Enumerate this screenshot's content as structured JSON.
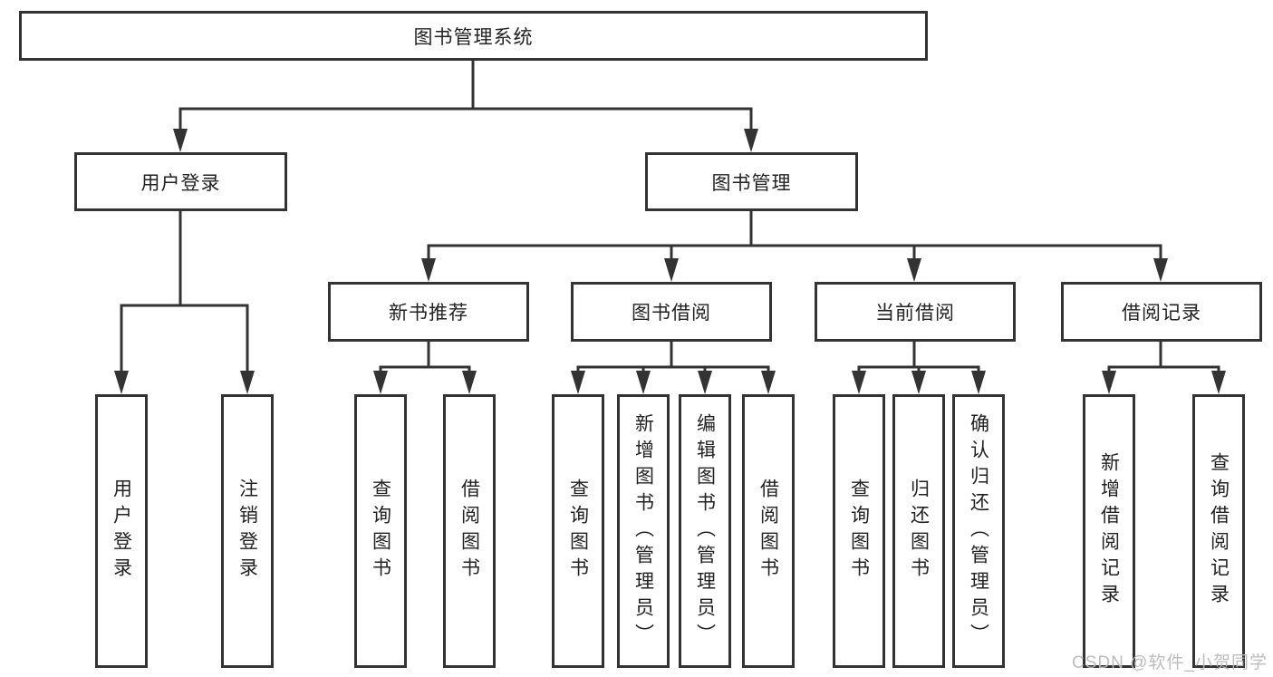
{
  "tree": {
    "root": "图书管理系统",
    "children": [
      {
        "label": "用户登录",
        "leaves": [
          "用户登录",
          "注销登录"
        ]
      },
      {
        "label": "图书管理",
        "children": [
          {
            "label": "新书推荐",
            "leaves": [
              "查询图书",
              "借阅图书"
            ]
          },
          {
            "label": "图书借阅",
            "leaves": [
              "查询图书",
              "新增图书（管理员）",
              "编辑图书（管理员）",
              "借阅图书"
            ]
          },
          {
            "label": "当前借阅",
            "leaves": [
              "查询图书",
              "归还图书",
              "确认归还（管理员）"
            ]
          },
          {
            "label": "借阅记录",
            "leaves": [
              "新增借阅记录",
              "查询借阅记录"
            ]
          }
        ]
      }
    ]
  },
  "watermark": "CSDN @软件_小贺同学",
  "colors": {
    "line": "#333333",
    "box_border": "#333333",
    "box_background": "#ffffff",
    "text": "#222222",
    "page_background": "#ffffff",
    "watermark": "#b9b9b9"
  }
}
